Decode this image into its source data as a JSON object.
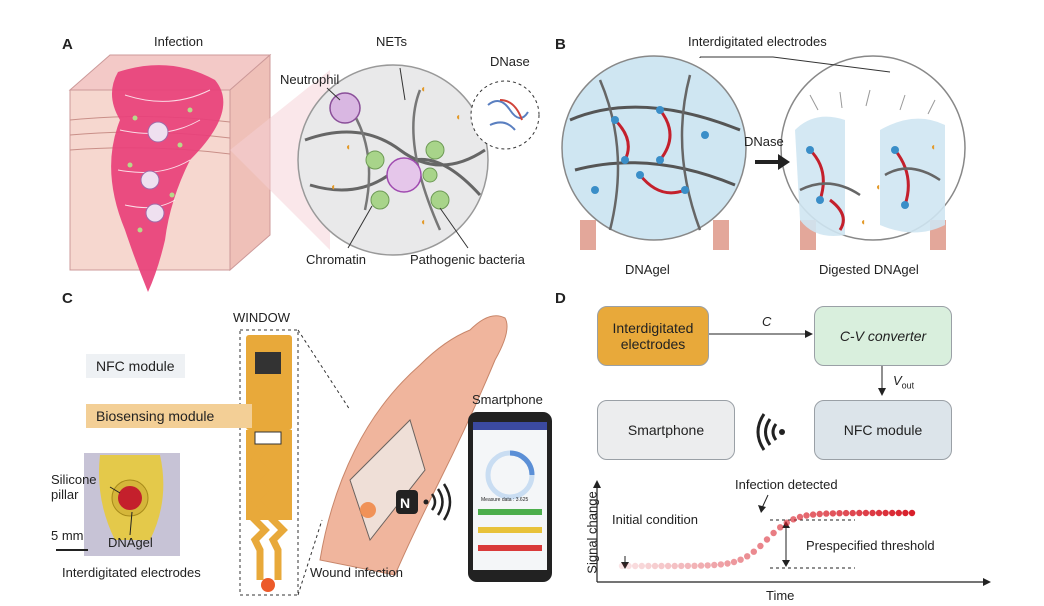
{
  "panels": {
    "A": {
      "letter": "A",
      "infection": "Infection",
      "nets": "NETs",
      "neutrophil": "Neutrophil",
      "dnase": "DNase",
      "chromatin": "Chromatin",
      "pathogenic_bacteria": "Pathogenic bacteria"
    },
    "B": {
      "letter": "B",
      "interdigitated_electrodes": "Interdigitated electrodes",
      "dnase": "DNase",
      "dnagel": "DNAgel",
      "digested_dnagel": "Digested DNAgel"
    },
    "C": {
      "letter": "C",
      "window": "WINDOW",
      "nfc_module": "NFC module",
      "biosensing_module": "Biosensing module",
      "silicone_pillar": "Silicone pillar",
      "scale_bar": "5 mm",
      "dnagel": "DNAgel",
      "interdigitated_electrodes": "Interdigitated electrodes",
      "wound_infection": "Wound infection",
      "smartphone": "Smartphone",
      "phone_measure": "Measure data : 3.625"
    },
    "D": {
      "letter": "D",
      "interdigitated_electrodes": "Interdigitated electrodes",
      "c_label": "C",
      "cv_converter": "C-V converter",
      "vout_label": "V",
      "vout_sub": "out",
      "smartphone": "Smartphone",
      "nfc_module": "NFC module",
      "infection_detected": "Infection detected",
      "initial_condition": "Initial condition",
      "prespecified_threshold": "Prespecified threshold",
      "ylabel": "Signal change",
      "xlabel": "Time"
    }
  },
  "colors": {
    "electrode_orange": "#E8A93A",
    "cv_green": "#D9EFDD",
    "nfc_blue": "#DCE4EA",
    "phone_gray": "#ECEDEE",
    "signal_red": "#D81F2A",
    "tissue_pink": "#E8407A",
    "gel_blue": "#CFE6F2"
  },
  "chart_data": {
    "type": "scatter",
    "title": "",
    "xlabel": "Time",
    "ylabel": "Signal change",
    "points": 45,
    "annotations": [
      "Initial condition",
      "Infection detected",
      "Prespecified threshold"
    ]
  }
}
